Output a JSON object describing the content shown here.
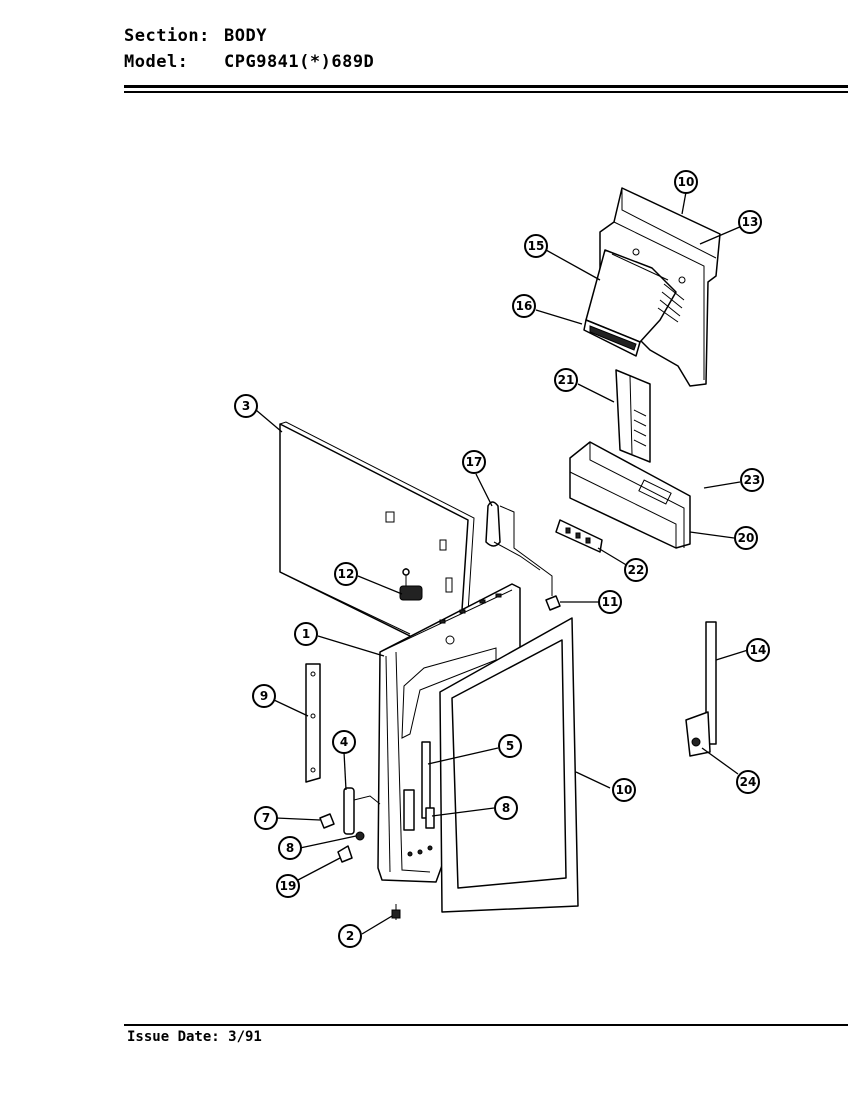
{
  "header": {
    "section_label": "Section:",
    "section_value": "BODY",
    "model_label": "Model:",
    "model_value": "CPG9841(*)689D"
  },
  "footer": {
    "issue_date": "Issue Date: 3/91"
  },
  "callouts": {
    "c10a": "10",
    "c13": "13",
    "c15": "15",
    "c16": "16",
    "c21": "21",
    "c23": "23",
    "c20": "20",
    "c22": "22",
    "c17": "17",
    "c3": "3",
    "c12": "12",
    "c11": "11",
    "c1": "1",
    "c14": "14",
    "c9": "9",
    "c4": "4",
    "c5": "5",
    "c10b": "10",
    "c7": "7",
    "c8a": "8",
    "c8b": "8",
    "c19": "19",
    "c24": "24",
    "c2": "2"
  }
}
